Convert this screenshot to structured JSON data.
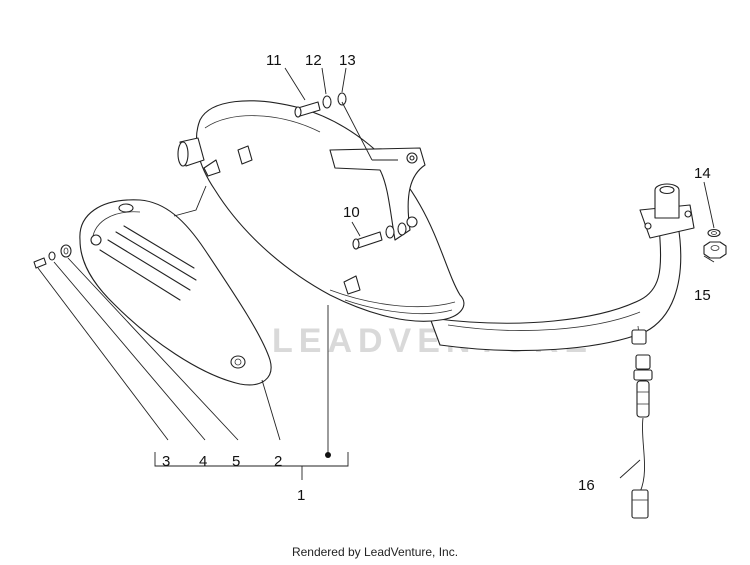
{
  "diagram": {
    "callouts": {
      "c1": "1",
      "c2": "2",
      "c3": "3",
      "c4": "4",
      "c5": "5",
      "c10": "10",
      "c11": "11",
      "c12": "12",
      "c13": "13",
      "c14": "14",
      "c15": "15",
      "c16": "16"
    },
    "watermark": "LEADVENTURE"
  },
  "footer": {
    "credit": "Rendered by LeadVenture, Inc."
  }
}
